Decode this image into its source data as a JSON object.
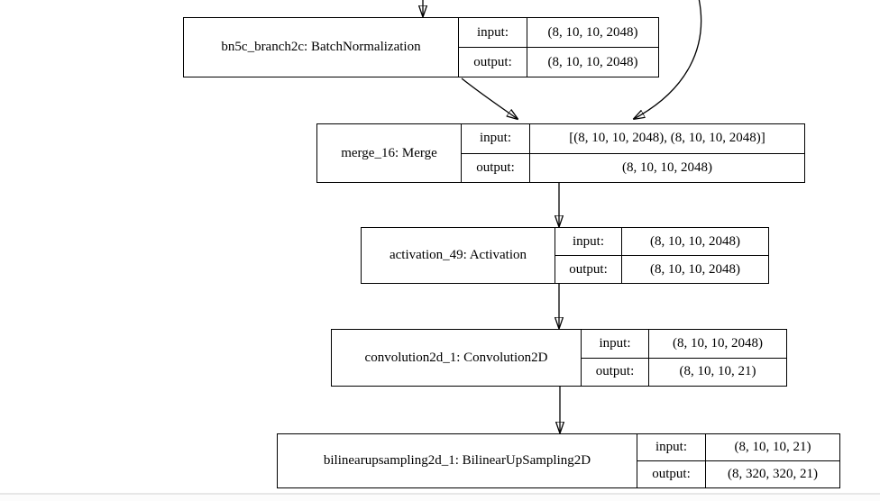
{
  "diagram": {
    "type": "keras-model-graph",
    "background_color": "#ffffff",
    "line_color": "#000000",
    "bottom_divider_color": "#e7e7e7"
  },
  "labels": {
    "input": "input:",
    "output": "output:"
  },
  "nodes": [
    {
      "id": "bn5c_branch2c",
      "name": "bn5c_branch2c: BatchNormalization",
      "input_value": "(8, 10, 10, 2048)",
      "output_value": "(8, 10, 10, 2048)"
    },
    {
      "id": "merge_16",
      "name": "merge_16: Merge",
      "input_value": "[(8, 10, 10, 2048), (8, 10, 10, 2048)]",
      "output_value": "(8, 10, 10, 2048)"
    },
    {
      "id": "activation_49",
      "name": "activation_49: Activation",
      "input_value": "(8, 10, 10, 2048)",
      "output_value": "(8, 10, 10, 2048)"
    },
    {
      "id": "convolution2d_1",
      "name": "convolution2d_1: Convolution2D",
      "input_value": "(8, 10, 10, 2048)",
      "output_value": "(8, 10, 10, 21)"
    },
    {
      "id": "bilinearupsampling2d_1",
      "name": "bilinearupsampling2d_1: BilinearUpSampling2D",
      "input_value": "(8, 10, 10, 21)",
      "output_value": "(8, 320, 320, 21)"
    }
  ],
  "edges": [
    {
      "from": "offscreen-top",
      "to": "bn5c_branch2c"
    },
    {
      "from": "bn5c_branch2c",
      "to": "merge_16"
    },
    {
      "from": "offscreen-top-right-skip",
      "to": "merge_16"
    },
    {
      "from": "merge_16",
      "to": "activation_49"
    },
    {
      "from": "activation_49",
      "to": "convolution2d_1"
    },
    {
      "from": "convolution2d_1",
      "to": "bilinearupsampling2d_1"
    }
  ]
}
